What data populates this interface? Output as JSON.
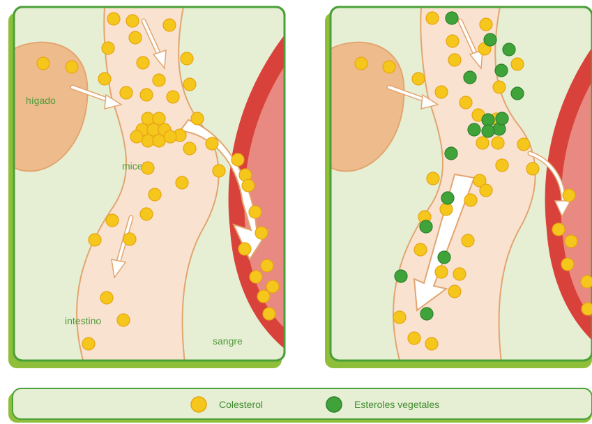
{
  "labels": {
    "liver": "hígado",
    "micelle": "micella",
    "intestine": "intestino",
    "blood": "sangre"
  },
  "legend": {
    "cholesterol": "Colesterol",
    "plant_sterols": "Esteroles vegetales"
  },
  "colors": {
    "panel_bg": "#e6efd4",
    "panel_border": "#4aa038",
    "panel_shadow": "#8fbf3a",
    "intestine": "#f9e2d0",
    "intestine_edge": "#e2a56f",
    "liver": "#eebc8c",
    "blood_vessel": "#d9423a",
    "blood_inner": "#e88a82",
    "cholesterol": "#f5c61c",
    "cholesterol_edge": "#e7a40f",
    "plant_sterol": "#3fa33a",
    "plant_sterol_edge": "#2b7f2a",
    "arrow": "#ffffff"
  }
}
